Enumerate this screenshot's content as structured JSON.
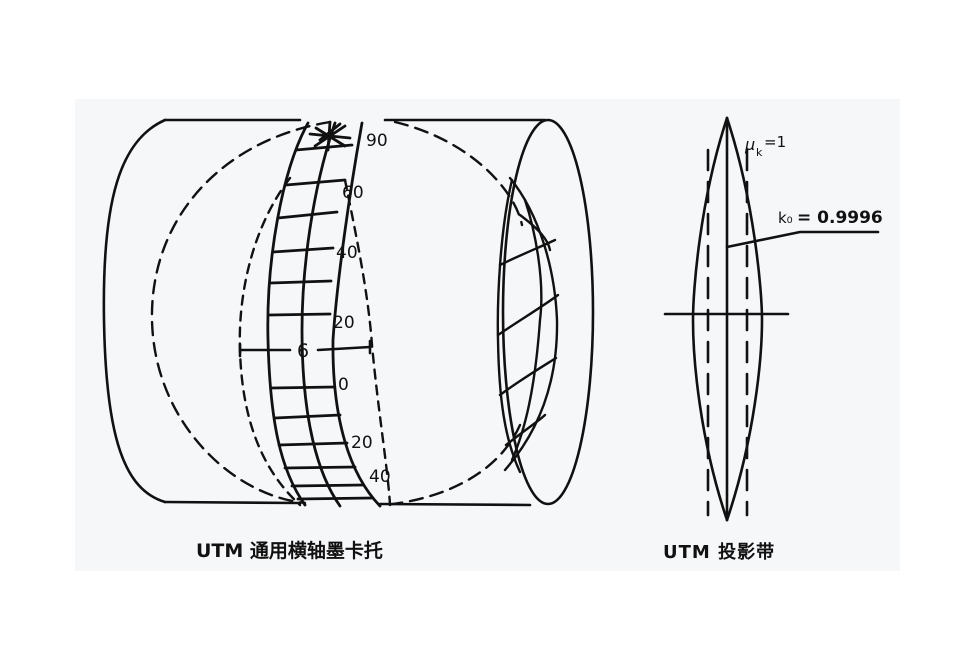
{
  "figure": {
    "background": "#f6f7f9",
    "page_background": "#ffffff",
    "stroke_color": "#111111"
  },
  "left_diagram": {
    "caption": "UTM 通用横轴墨卡托",
    "zone_width_label": "6",
    "latitude_labels_north": [
      "90",
      "60",
      "40",
      "20"
    ],
    "equator_label": "0",
    "latitude_labels_south": [
      "20",
      "40"
    ]
  },
  "right_diagram": {
    "caption": "UTM 投影带",
    "scale_line_label": "μk=1",
    "scale_line_symbol": "μ",
    "scale_line_subscript": "k",
    "scale_line_value": "=1",
    "central_meridian_label": "k₀= 0.9996",
    "central_meridian_symbol": "k₀",
    "central_meridian_value": "= 0.9996"
  }
}
